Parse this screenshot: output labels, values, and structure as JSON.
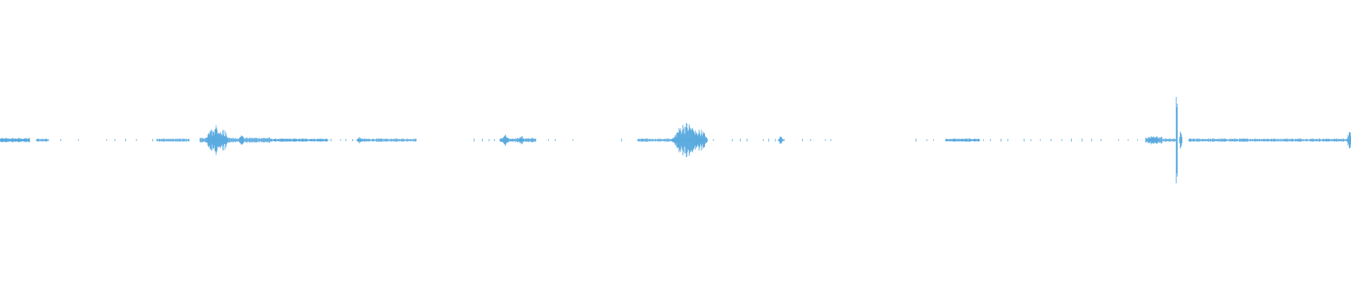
{
  "waveform": {
    "color": "#5aaadf",
    "background": "#ffffff",
    "baseline": "center",
    "segments": [
      {
        "start": 0.0,
        "end": 0.022,
        "amp": 0.008
      },
      {
        "start": 0.027,
        "end": 0.036,
        "amp": 0.006
      },
      {
        "start": 0.116,
        "end": 0.14,
        "amp": 0.006
      },
      {
        "start": 0.148,
        "end": 0.2,
        "amp": 0.01
      },
      {
        "start": 0.2,
        "end": 0.243,
        "amp": 0.006
      },
      {
        "start": 0.265,
        "end": 0.308,
        "amp": 0.006
      },
      {
        "start": 0.37,
        "end": 0.397,
        "amp": 0.008
      },
      {
        "start": 0.472,
        "end": 0.52,
        "amp": 0.006
      },
      {
        "start": 0.58,
        "end": 0.58,
        "amp": 0.004
      },
      {
        "start": 0.7,
        "end": 0.725,
        "amp": 0.006
      },
      {
        "start": 0.848,
        "end": 0.86,
        "amp": 0.012
      },
      {
        "start": 0.86,
        "end": 0.87,
        "amp": 0.006
      },
      {
        "start": 0.88,
        "end": 1.0,
        "amp": 0.006
      }
    ],
    "bursts": [
      {
        "center": 0.1565,
        "width": 0.0035,
        "amp": 0.045
      },
      {
        "center": 0.161,
        "width": 0.004,
        "amp": 0.06
      },
      {
        "center": 0.1655,
        "width": 0.0035,
        "amp": 0.04
      },
      {
        "center": 0.179,
        "width": 0.002,
        "amp": 0.018
      },
      {
        "center": 0.266,
        "width": 0.002,
        "amp": 0.012
      },
      {
        "center": 0.374,
        "width": 0.003,
        "amp": 0.02
      },
      {
        "center": 0.386,
        "width": 0.002,
        "amp": 0.016
      },
      {
        "center": 0.499,
        "width": 0.002,
        "amp": 0.014
      },
      {
        "center": 0.508,
        "width": 0.01,
        "amp": 0.065
      },
      {
        "center": 0.518,
        "width": 0.006,
        "amp": 0.04
      },
      {
        "center": 0.578,
        "width": 0.002,
        "amp": 0.016
      },
      {
        "center": 0.854,
        "width": 0.004,
        "amp": 0.02
      },
      {
        "center": 0.871,
        "width": 0.0008,
        "amp": 0.22
      },
      {
        "center": 0.874,
        "width": 0.0012,
        "amp": 0.05
      },
      {
        "center": 0.999,
        "width": 0.002,
        "amp": 0.03
      }
    ],
    "dots": [
      0.005,
      0.012,
      0.018,
      0.028,
      0.034,
      0.045,
      0.058,
      0.079,
      0.085,
      0.093,
      0.101,
      0.113,
      0.118,
      0.206,
      0.214,
      0.22,
      0.231,
      0.237,
      0.245,
      0.252,
      0.256,
      0.261,
      0.27,
      0.276,
      0.282,
      0.286,
      0.297,
      0.304,
      0.308,
      0.261,
      0.351,
      0.357,
      0.362,
      0.366,
      0.406,
      0.411,
      0.424,
      0.46,
      0.476,
      0.528,
      0.542,
      0.548,
      0.553,
      0.565,
      0.569,
      0.574,
      0.594,
      0.6,
      0.611,
      0.615,
      0.678,
      0.686,
      0.691,
      0.7,
      0.728,
      0.733,
      0.741,
      0.746,
      0.758,
      0.763,
      0.77,
      0.778,
      0.786,
      0.793,
      0.801,
      0.808,
      0.815,
      0.828,
      0.835,
      0.842,
      0.891,
      0.905,
      0.912,
      0.921,
      0.93,
      0.938,
      0.944,
      0.952,
      0.962,
      0.97,
      0.975,
      0.981,
      0.988
    ]
  }
}
